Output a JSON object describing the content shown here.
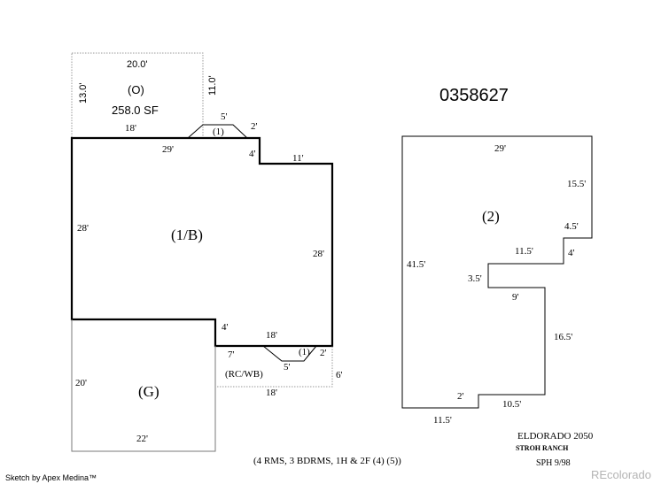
{
  "parcel_id": "0358627",
  "outbuilding": {
    "label": "(O)",
    "area": "258.0 SF",
    "dims": {
      "top": "20.0'",
      "left": "13.0'",
      "right": "11.0'"
    }
  },
  "main_floor": {
    "label": "(1/B)",
    "dims": {
      "top_left_outer": "18'",
      "top_left_inner": "29'",
      "step_vertical": "4'",
      "top_right": "11'",
      "left": "28'",
      "right": "28'",
      "bottom_step": "4'",
      "bottom": "18'",
      "porch_small": "2'",
      "porch_bottom_left": "7'",
      "porch_bottom_right": "2'"
    },
    "bay_top": {
      "label": "(1)",
      "top": "5'",
      "side": "2'"
    },
    "bay_bottom": {
      "label": "(1)",
      "bottom": "5'"
    }
  },
  "porch": {
    "label": "(RC/WB)",
    "bottom": "18'",
    "right": "6'"
  },
  "garage": {
    "label": "(G)",
    "left": "20'",
    "bottom": "22'"
  },
  "second_floor": {
    "label": "(2)",
    "dims": {
      "top": "29'",
      "right_upper": "15.5'",
      "right_step": "4.5'",
      "mid_a": "11.5'",
      "mid_b": "4'",
      "notch": "3.5'",
      "notch_bottom": "9'",
      "right_lower": "16.5'",
      "left": "41.5'",
      "bottom_right": "10.5'",
      "bottom_step": "2'",
      "bottom_left": "11.5'"
    }
  },
  "footer": {
    "rooms": "(4 RMS, 3 BDRMS, 1H & 2F (4) (5))",
    "subdivision": "ELDORADO 2050",
    "ranch": "STROH RANCH",
    "ref": "SPH 9/98",
    "sketch_credit": "Sketch by Apex Medina™",
    "watermark": "REcolorado"
  }
}
